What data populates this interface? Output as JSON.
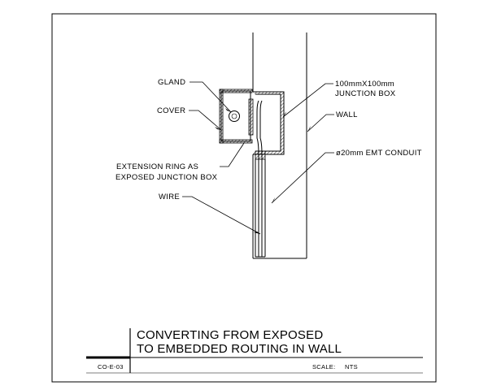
{
  "labels": {
    "gland": "GLAND",
    "cover": "COVER",
    "ext_ring_line1": "EXTENSION RING AS",
    "ext_ring_line2": "EXPOSED JUNCTION BOX",
    "wire": "WIRE",
    "junction_box_line1": "100mmX100mm",
    "junction_box_line2": "JUNCTION BOX",
    "wall": "WALL",
    "conduit": "ø20mm EMT CONDUIT"
  },
  "title_block": {
    "title_line1": "CONVERTING FROM EXPOSED",
    "title_line2": "TO EMBEDDED ROUTING IN WALL",
    "drawing_number": "CO-E-03",
    "scale_label": "SCALE:",
    "scale_value": "NTS"
  }
}
